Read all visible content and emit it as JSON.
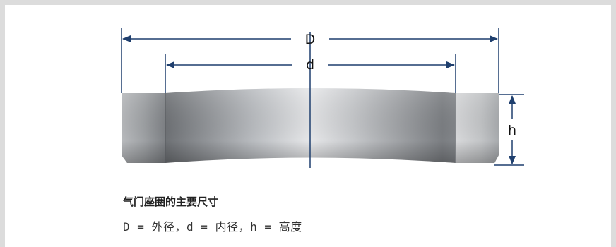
{
  "diagram": {
    "outer_label": "D",
    "inner_label": "d",
    "height_label": "h",
    "line_color": "#1f3f6e"
  },
  "caption": {
    "title": "气门座圈的主要尺寸",
    "legend": "D = 外径，d = 内径，h = 高度"
  }
}
